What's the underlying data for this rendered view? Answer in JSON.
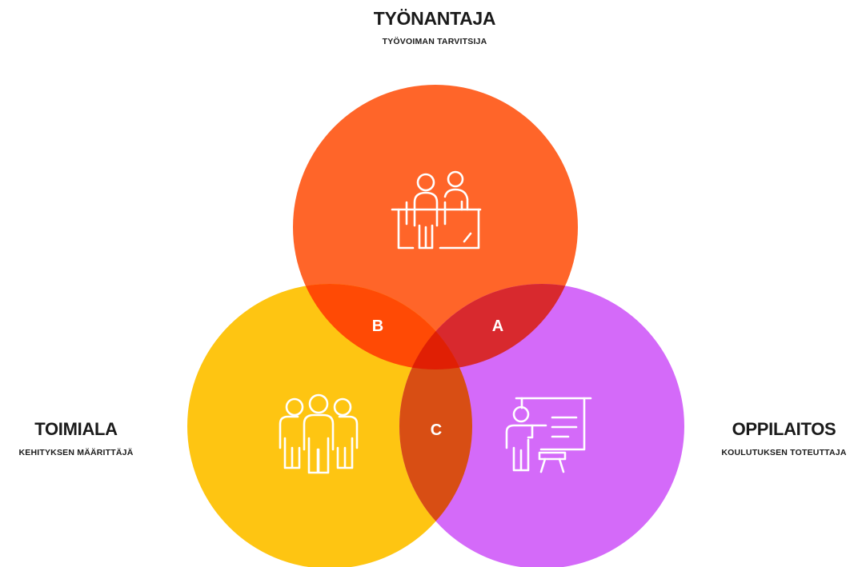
{
  "stakeholders": {
    "employer": {
      "title": "TYÖNANTAJA",
      "subtitle": "TYÖVOIMAN TARVITSIJA",
      "color": "#ff6529",
      "icon": "reception-desk-icon"
    },
    "industry": {
      "title": "TOIMIALA",
      "subtitle": "KEHITYKSEN MÄÄRITTÄJÄ",
      "color": "#fec512",
      "icon": "group-of-people-icon"
    },
    "school": {
      "title": "OPPILAITOS",
      "subtitle": "KOULUTUKSEN TOTEUTTAJA",
      "color": "#d46af9",
      "icon": "teacher-at-whiteboard-icon"
    }
  },
  "intersections": {
    "a": {
      "label": "A",
      "color": "#d8292e"
    },
    "b": {
      "label": "B",
      "color": "#ff4a05"
    },
    "c": {
      "label": "C",
      "color": "#d84e14"
    },
    "center_color": "#e01f04"
  }
}
